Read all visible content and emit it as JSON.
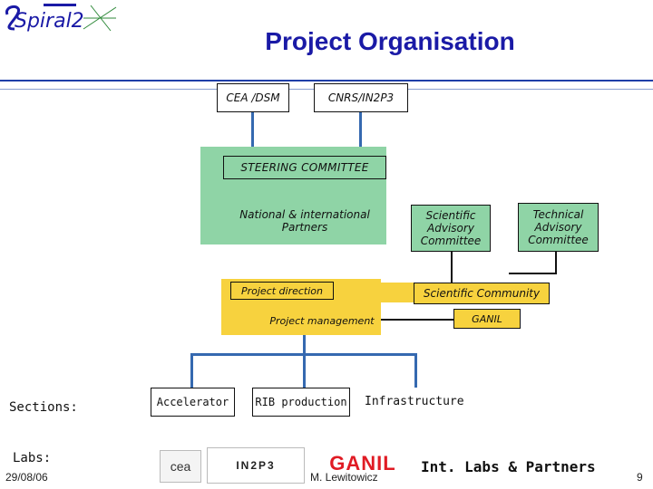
{
  "header": {
    "logo_text": "Spiral2",
    "title": "Project Organisation"
  },
  "top_orgs": [
    "CEA /DSM",
    "CNRS/IN2P3"
  ],
  "steering": {
    "committee": "STEERING COMMITTEE",
    "partners": "National & international Partners"
  },
  "advisory": {
    "scientific": "Scientific Advisory Committee",
    "technical": "Technical Advisory Committee",
    "community": "Scientific Community",
    "ganil": "GANIL"
  },
  "project": {
    "direction": "Project direction",
    "management": "Project management"
  },
  "sections": {
    "label": "Sections:",
    "items": [
      "Accelerator",
      "RIB production",
      "Infrastructure"
    ]
  },
  "labs": {
    "label": "Labs:",
    "partners": "Int. Labs & Partners",
    "logos": [
      "cea",
      "IN2P3",
      "GANIL"
    ]
  },
  "footer": {
    "date": "29/08/06",
    "author": "M. Lewitowicz",
    "page": "9"
  },
  "colors": {
    "title": "#1a1aa6",
    "green_box": "#8fd4a6",
    "yellow_box": "#f7d23e",
    "connector": "#3569b0",
    "logo_red": "#e01b24"
  },
  "icons": [
    "spiral2-logo",
    "upward-arrow-icon"
  ]
}
